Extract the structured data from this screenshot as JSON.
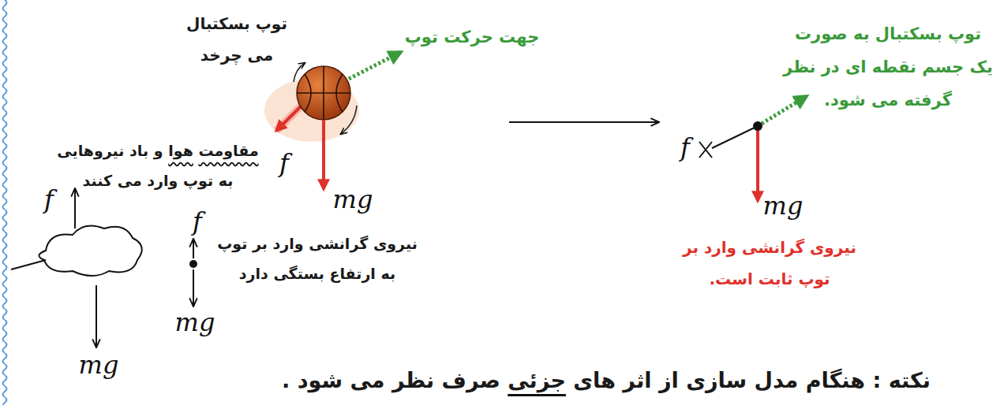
{
  "diagram": {
    "labels": [
      "توپ بسکتبال می چرخد",
      "جهت حرکت توپ",
      "مقاومت هوا و باد نیروهایی به توپ وارد می کنند",
      "f",
      "mg",
      "نیروی گرانشی وارد بر توپ به ارتفاع بستگی دارد",
      "f",
      "mg",
      "f",
      "mg",
      "توپ بسکتبال به صورت یک جسم نقطه ای در نظر گرفته می شود.",
      "f",
      "mg",
      "نیروی گرانشی وارد بر توپ ثابت است.",
      "نکته : هنگام مدل سازی از اثر های جزئی صرف نظر می شود ."
    ]
  }
}
